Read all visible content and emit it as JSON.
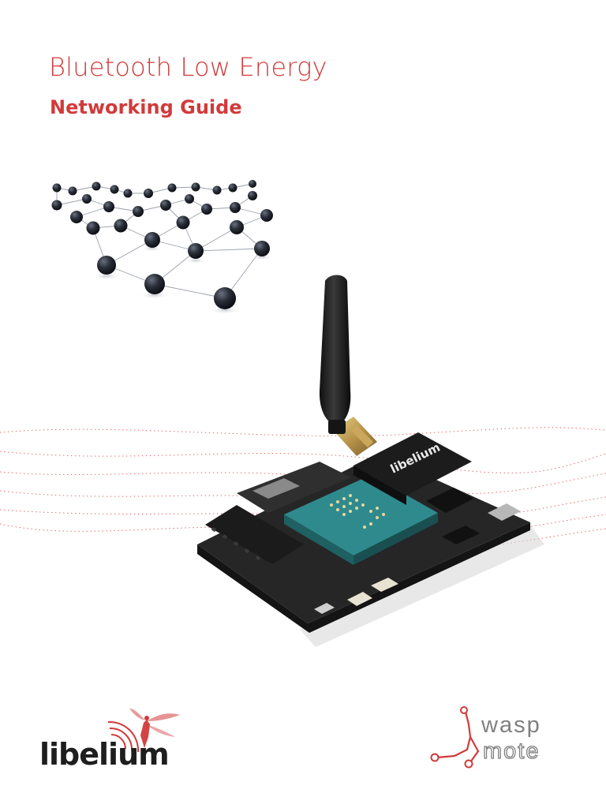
{
  "cover": {
    "title": "Bluetooth Low Energy",
    "subtitle": "Networking Guide"
  },
  "images": {
    "network": "network-graph-illustration",
    "device": "waspmote-board-with-antenna"
  },
  "logos": {
    "left": {
      "brand": "libelium",
      "icon": "dragonfly-icon"
    },
    "right": {
      "brand_line1": "wasp",
      "brand_line2": "mote",
      "icon": "wasp-mote-circuit-icon"
    }
  },
  "colors": {
    "accent": "#d23a3a",
    "dark": "#1e1e1e",
    "logo_gray": "#808080"
  }
}
